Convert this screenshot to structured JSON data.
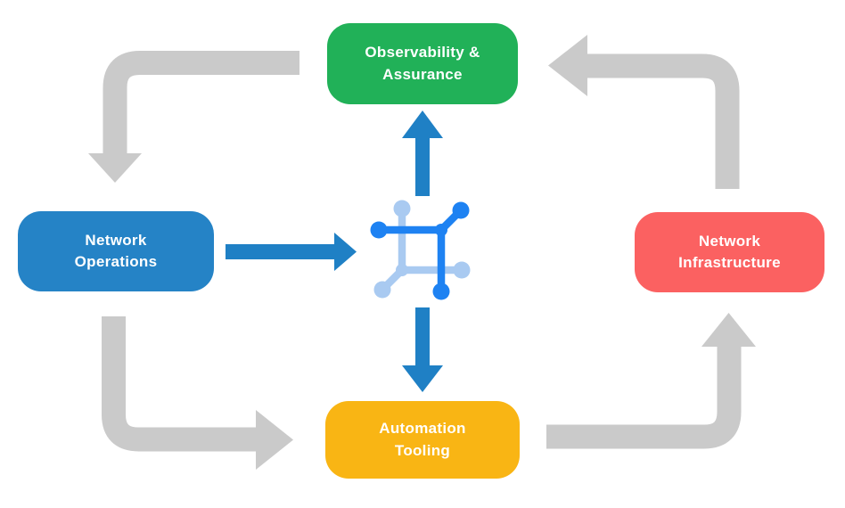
{
  "colors": {
    "background": "#FFFFFF",
    "node_green": "#21B158",
    "node_blue": "#2583C6",
    "node_red": "#FB6161",
    "node_yellow": "#F9B514",
    "node_text": "#FFFFFF",
    "cycle_arrow_gray": "#CACACA",
    "flow_arrow_blue": "#1F80C5",
    "icon_dark_blue": "#1E82F2",
    "icon_light_blue": "#A9CAF1"
  },
  "nodes": {
    "observability": {
      "line1": "Observability &",
      "line2": "Assurance"
    },
    "operations": {
      "line1": "Network",
      "line2": "Operations"
    },
    "infrastructure": {
      "line1": "Network",
      "line2": "Infrastructure"
    },
    "automation": {
      "line1": "Automation",
      "line2": "Tooling"
    }
  },
  "center_icon": {
    "name": "network-fabric-icon"
  },
  "cycle_arrows": [
    {
      "from": "Observability & Assurance",
      "to": "Network Operations"
    },
    {
      "from": "Network Operations",
      "to": "Automation Tooling"
    },
    {
      "from": "Automation Tooling",
      "to": "Network Infrastructure"
    },
    {
      "from": "Network Infrastructure",
      "to": "Observability & Assurance"
    }
  ],
  "flow_arrows": [
    {
      "from": "Network Operations",
      "to": "network-fabric-icon"
    },
    {
      "from": "network-fabric-icon",
      "to": "Observability & Assurance"
    },
    {
      "from": "network-fabric-icon",
      "to": "Automation Tooling"
    }
  ]
}
